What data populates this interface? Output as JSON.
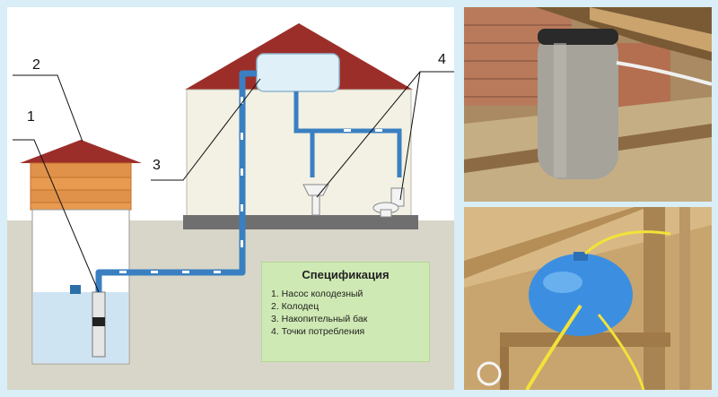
{
  "callouts": {
    "c1": "1",
    "c2": "2",
    "c3": "3",
    "c4": "4"
  },
  "specification": {
    "title": "Спецификация",
    "items": [
      "1.   Насос колодезный",
      "2.   Колодец",
      "3.   Накопительный бак",
      "4.   Точки потребления"
    ]
  },
  "colors": {
    "roof": "#9c2e2a",
    "wall": "#f2f1e4",
    "ground": "#d8d6c8",
    "water": "#cfe4f2",
    "pipe": "#3a7fc1",
    "spec_bg": "#cfe9b4"
  }
}
